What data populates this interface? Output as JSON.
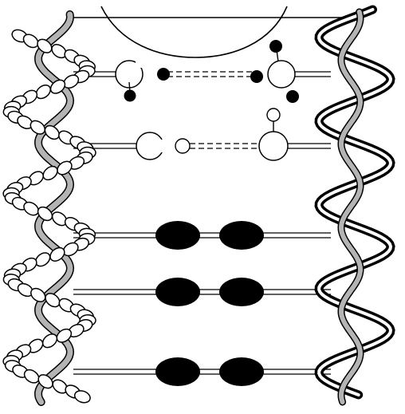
{
  "diagram": {
    "colors": {
      "stroke": "#000000",
      "fill_dark": "#000000",
      "fill_light": "#ffffff",
      "strand_gray": "#b4b4b4"
    },
    "rungs": [
      {
        "kind": "atom-pair-charged"
      },
      {
        "kind": "atom-pair-small"
      },
      {
        "kind": "dark-pair"
      },
      {
        "kind": "dark-pair"
      },
      {
        "kind": "dark-pair"
      }
    ],
    "icons": {
      "left": "beaded-chain-helix-icon",
      "right": "ribbon-helix-icon",
      "top": "dome-icon"
    }
  }
}
